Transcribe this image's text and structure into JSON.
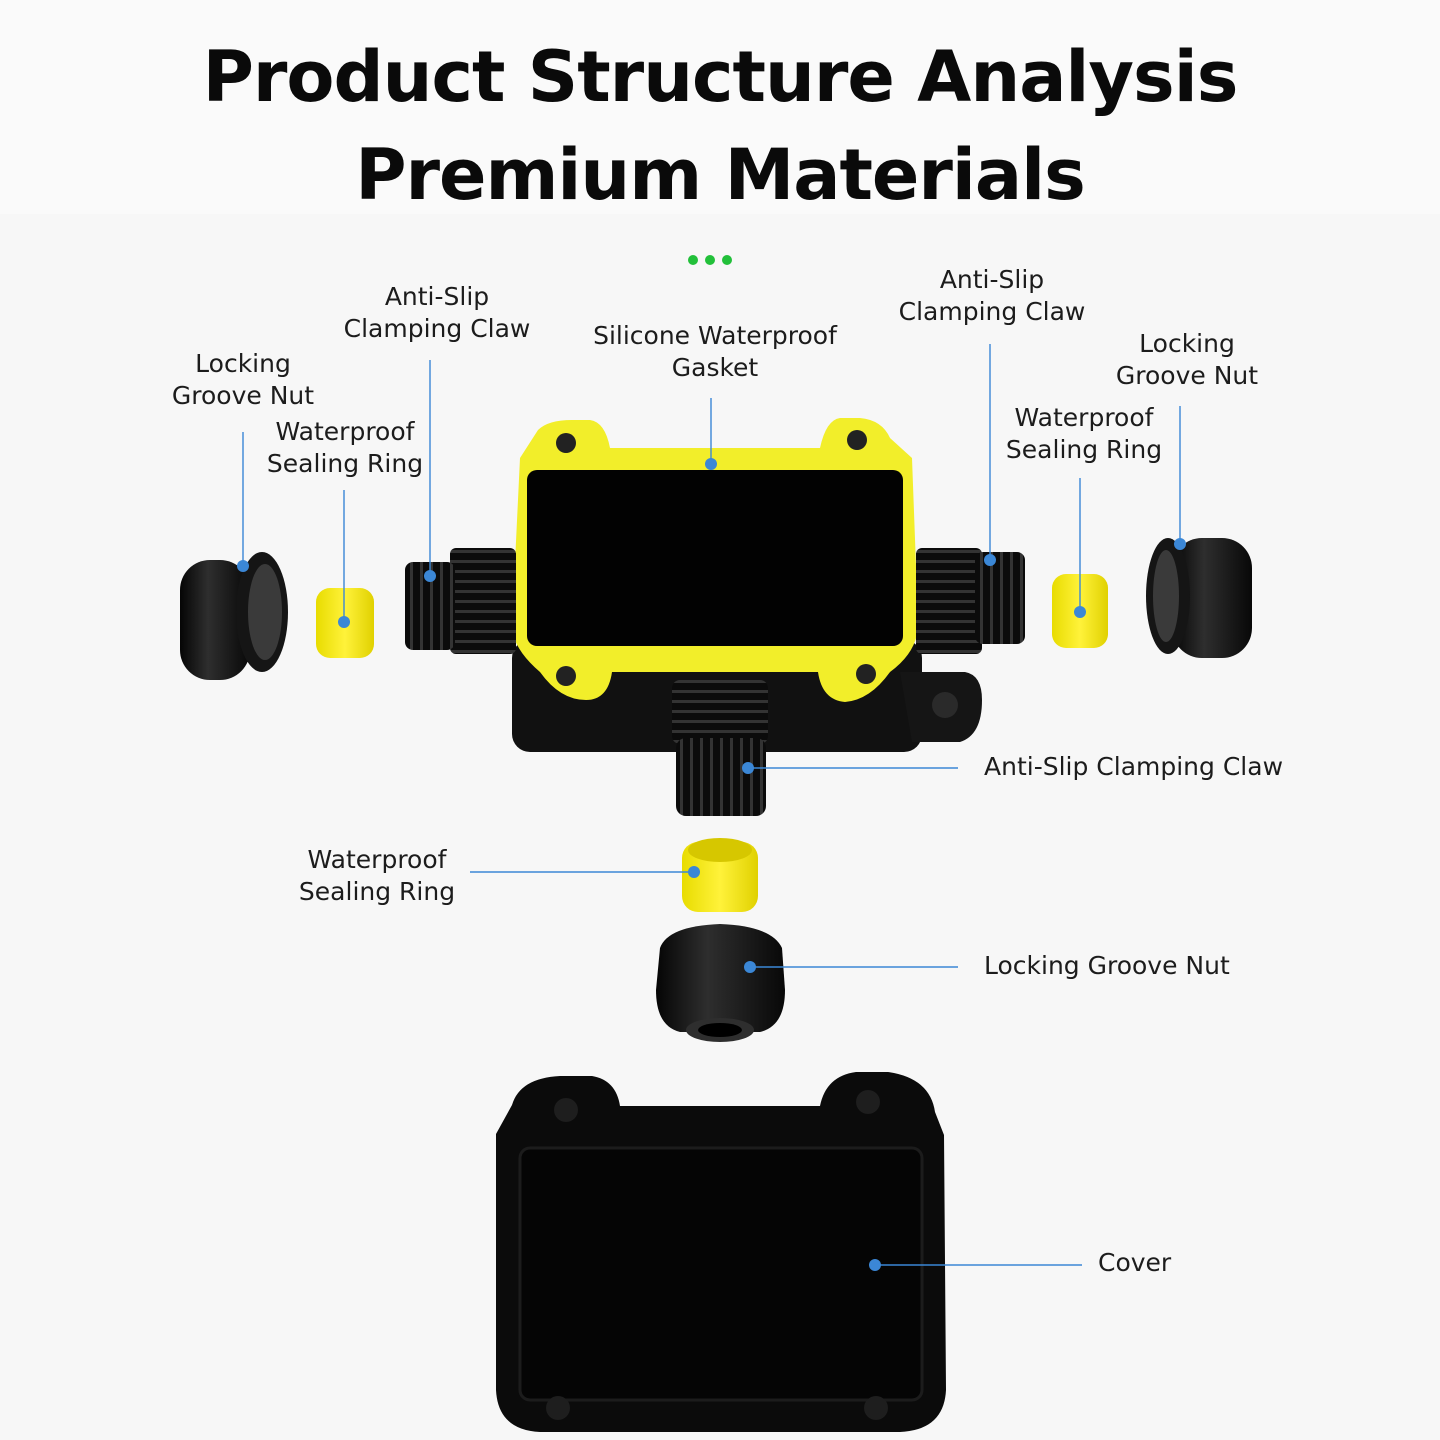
{
  "title": {
    "line1": "Product Structure Analysis",
    "line2": "Premium Materials"
  },
  "colors": {
    "accent_green": "#22c03a",
    "callout_blue": "#3b87d6",
    "gasket_yellow": "#f2ee2a",
    "body_black": "#0d0d0d"
  },
  "labels": {
    "left_nut": [
      "Locking",
      "Groove Nut"
    ],
    "left_ring": [
      "Waterproof",
      "Sealing Ring"
    ],
    "left_claw": [
      "Anti-Slip",
      "Clamping Claw"
    ],
    "gasket": [
      "Silicone Waterproof",
      "Gasket"
    ],
    "right_claw": [
      "Anti-Slip",
      "Clamping Claw"
    ],
    "right_ring": [
      "Waterproof",
      "Sealing Ring"
    ],
    "right_nut": [
      "Locking",
      "Groove Nut"
    ],
    "bottom_claw": "Anti-Slip Clamping Claw",
    "bottom_ring": [
      "Waterproof",
      "Sealing Ring"
    ],
    "bottom_nut": "Locking Groove Nut",
    "cover": "Cover"
  }
}
